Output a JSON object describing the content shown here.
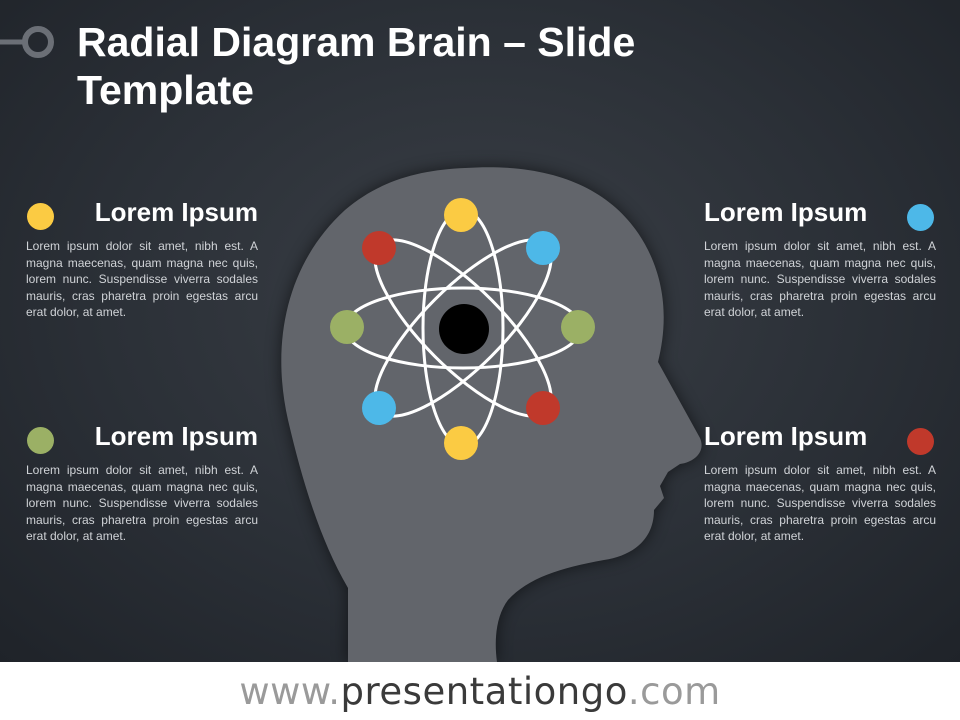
{
  "slide": {
    "title": "Radial Diagram Brain – Slide Template"
  },
  "blocks": [
    {
      "id": "top-left",
      "heading": "Lorem Ipsum",
      "body": "Lorem ipsum dolor sit amet, nibh est. A magna maecenas, quam magna nec quis, lorem nunc. Suspendisse viverra sodales mauris, cras pharetra proin egestas arcu erat dolor, at amet.",
      "color": "#FBCB43"
    },
    {
      "id": "bottom-left",
      "heading": "Lorem Ipsum",
      "body": "Lorem ipsum dolor sit amet, nibh est. A magna maecenas, quam magna nec quis, lorem nunc. Suspendisse viverra sodales mauris, cras pharetra proin egestas arcu erat dolor, at amet.",
      "color": "#9BB065"
    },
    {
      "id": "top-right",
      "heading": "Lorem Ipsum",
      "body": "Lorem ipsum dolor sit amet, nibh est. A magna maecenas, quam magna nec quis, lorem nunc. Suspendisse viverra sodales mauris, cras pharetra proin egestas arcu erat dolor, at amet.",
      "color": "#4DB8E8"
    },
    {
      "id": "bottom-right",
      "heading": "Lorem Ipsum",
      "body": "Lorem ipsum dolor sit amet, nibh est. A magna maecenas, quam magna nec quis, lorem nunc. Suspendisse viverra sodales mauris, cras pharetra proin egestas arcu erat dolor, at amet.",
      "color": "#C0392B"
    }
  ],
  "diagram": {
    "head_color": "#62656B",
    "orbit_color": "#FFFFFF",
    "nucleus_color": "#000000",
    "colors": {
      "yellow": "#FBCB43",
      "blue": "#4DB8E8",
      "green": "#9BB065",
      "red": "#C0392B"
    }
  },
  "footer": {
    "prefix": "www.",
    "brand": "presentationgo",
    "suffix": ".com"
  }
}
